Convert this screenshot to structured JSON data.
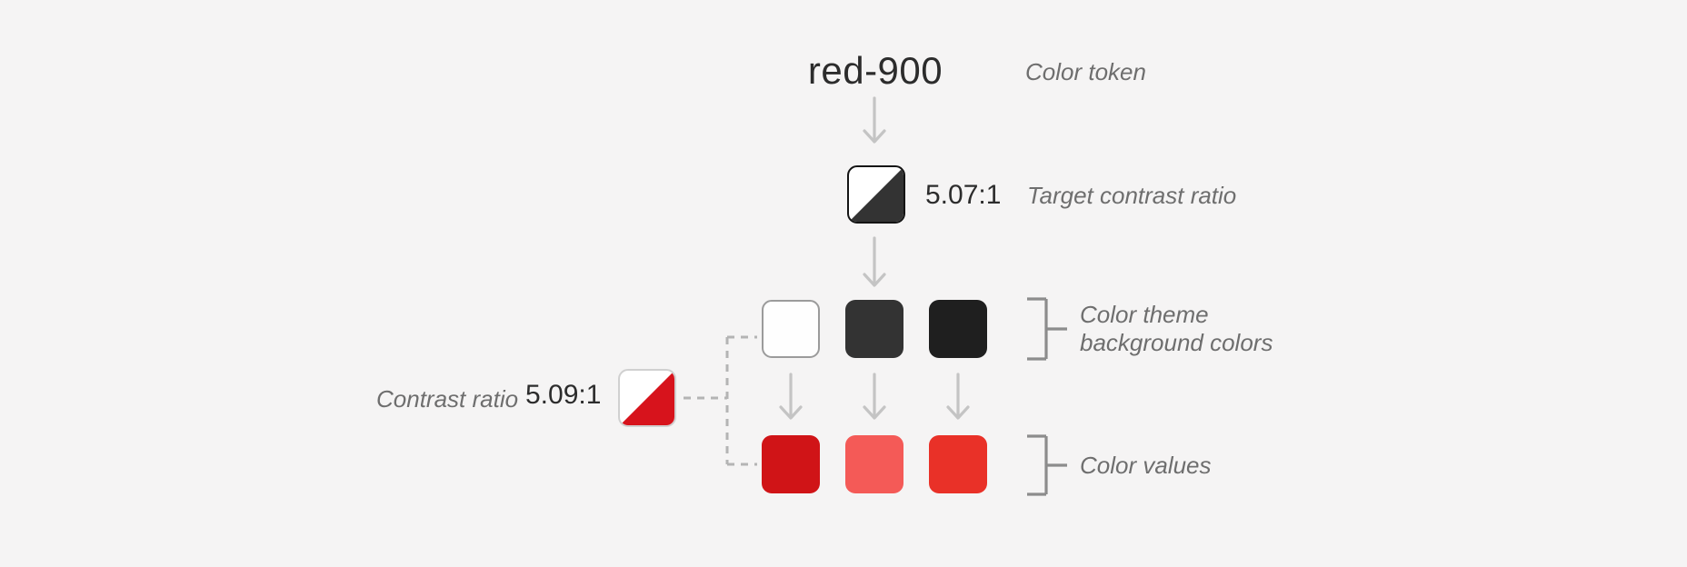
{
  "page": {
    "background": "#F5F4F4"
  },
  "colors": {
    "text_dark": "#2C2C2C",
    "text_muted": "#6E6E6E",
    "arrow": "#C4C4C4",
    "dashed_line": "#B4B4B4",
    "bracket": "#8C8C8C"
  },
  "token": {
    "name": "red-900",
    "annotation": "Color token"
  },
  "target_contrast": {
    "ratio": "5.07:1",
    "annotation": "Target contrast ratio",
    "swatch_top_color": "#FFFFFF",
    "swatch_bottom_color": "#333333",
    "swatch_border": "#141414"
  },
  "theme_backgrounds": {
    "annotation_line1": "Color theme",
    "annotation_line2": "background colors",
    "swatches": [
      {
        "name": "light theme background",
        "color": "#FEFEFE",
        "border": "#9B9B9B"
      },
      {
        "name": "dark theme background",
        "color": "#333333"
      },
      {
        "name": "darkest theme background",
        "color": "#1F1F1F"
      }
    ]
  },
  "color_values": {
    "annotation": "Color values",
    "swatches": [
      {
        "name": "red-900 on light theme",
        "color": "#D01417"
      },
      {
        "name": "red-900 on dark theme",
        "color": "#F45A57"
      },
      {
        "name": "red-900 on darkest theme",
        "color": "#E93128"
      }
    ]
  },
  "contrast": {
    "label": "Contrast ratio",
    "ratio": "5.09:1",
    "swatch_top_color": "#FFFFFF",
    "swatch_bottom_color": "#D7131C",
    "swatch_border": "#D0D0D0"
  }
}
